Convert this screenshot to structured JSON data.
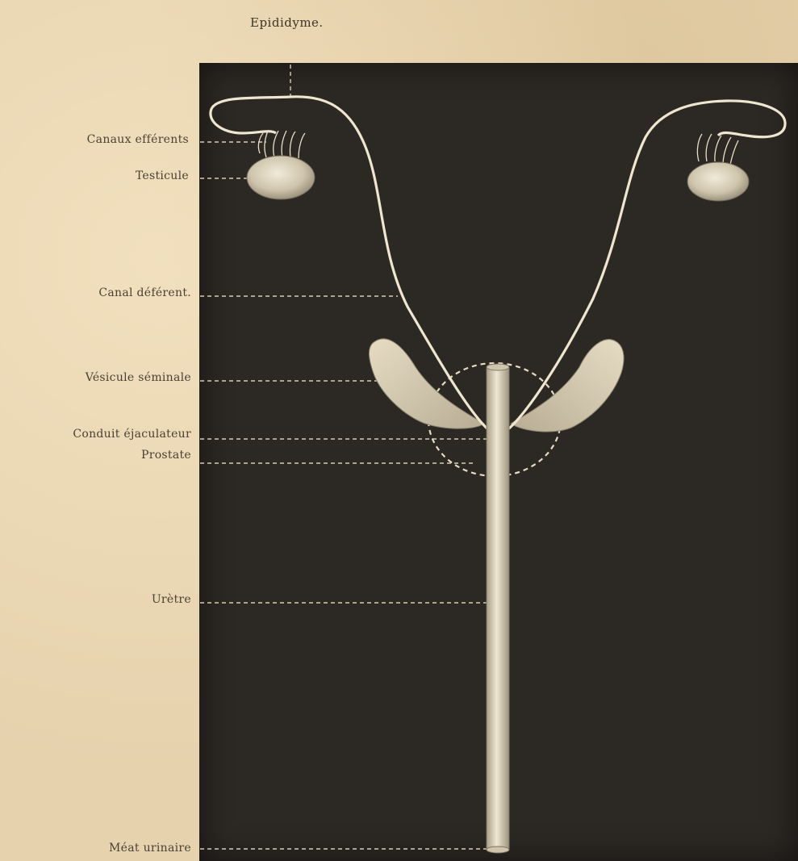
{
  "title": "Epididyme.",
  "labels": {
    "canaux_efferents": "Canaux efférents",
    "testicule": "Testicule",
    "canal_deferent": "Canal déférent.",
    "vesicule_seminale": "Vésicule séminale",
    "conduit_ejaculateur": "Conduit éjaculateur",
    "prostate": "Prostate",
    "uretre": "Urètre",
    "meat_urinaire": "Méat urinaire"
  },
  "colors": {
    "paper": "#e6d2ad",
    "plate": "#2c2824",
    "label_text": "#4a4035",
    "anatomy_stroke": "#efe6cf",
    "organ_fill": "#d9cfb8"
  }
}
